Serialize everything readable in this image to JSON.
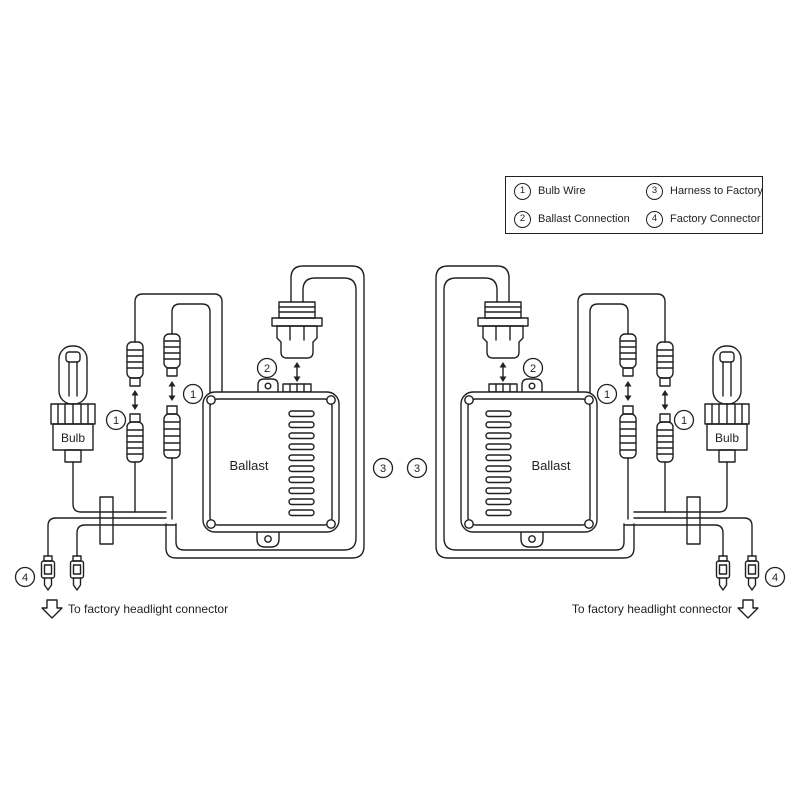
{
  "legend": {
    "items": [
      {
        "num": "1",
        "label": "Bulb Wire"
      },
      {
        "num": "2",
        "label": "Ballast Connection"
      },
      {
        "num": "3",
        "label": "Harness to Factory"
      },
      {
        "num": "4",
        "label": "Factory Connector"
      }
    ]
  },
  "labels": {
    "bulb": "Bulb",
    "ballast": "Ballast",
    "bottom_note": "To factory headlight connector"
  },
  "callouts": {
    "c1": "1",
    "c2": "2",
    "c3": "3",
    "c4": "4"
  },
  "colors": {
    "line": "#231f20",
    "background": "#ffffff"
  }
}
